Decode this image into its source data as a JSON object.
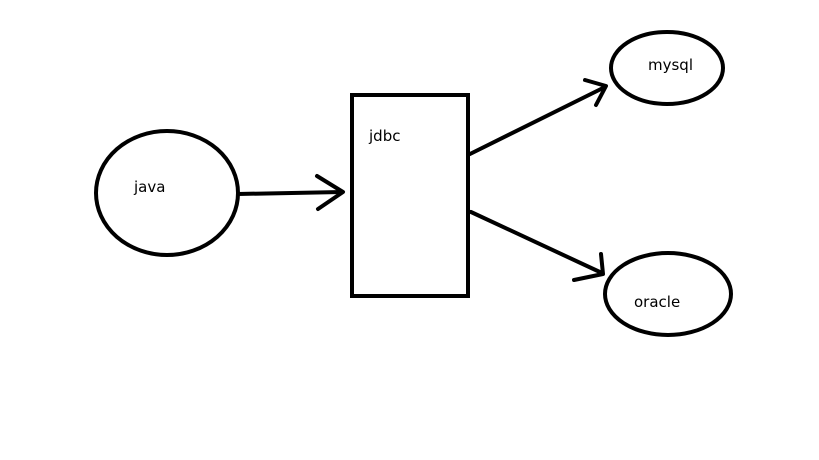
{
  "nodes": {
    "java": {
      "label": "java"
    },
    "jdbc": {
      "label": "jdbc"
    },
    "mysql": {
      "label": "mysql"
    },
    "oracle": {
      "label": "oracle"
    }
  },
  "colors": {
    "stroke": "#000000",
    "background": "#ffffff"
  }
}
